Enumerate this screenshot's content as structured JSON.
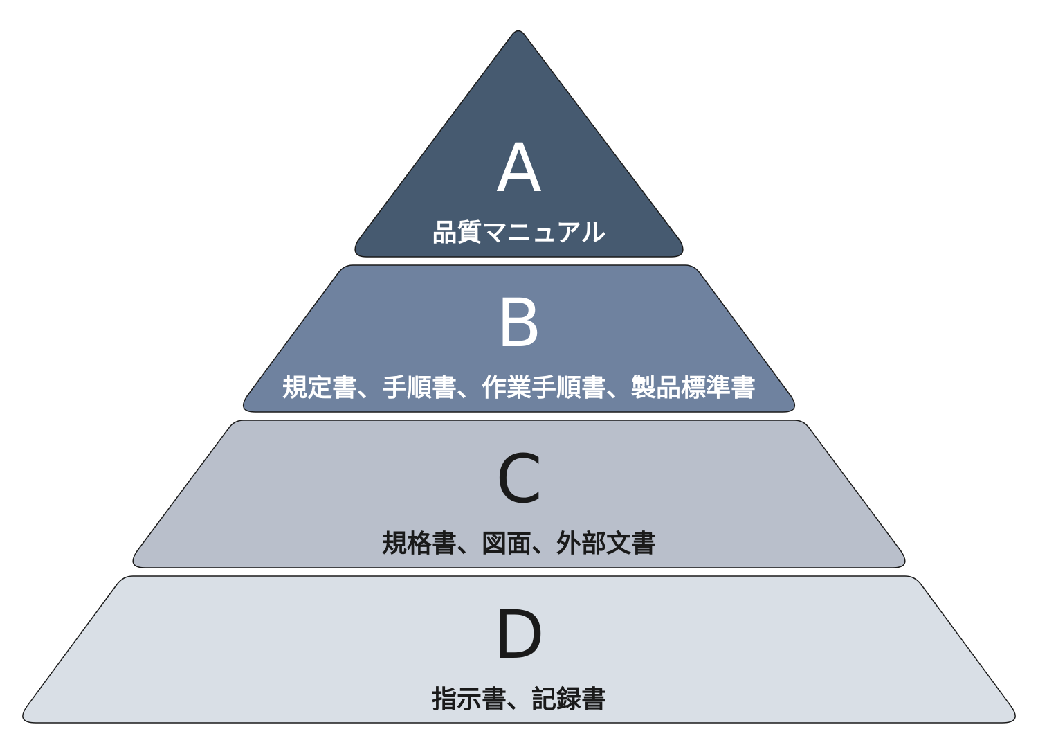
{
  "pyramid": {
    "tiers": [
      {
        "letter": "A",
        "description": "品質マニュアル",
        "fill": "#465A70",
        "text_color": "#FFFFFF"
      },
      {
        "letter": "B",
        "description": "規定書、手順書、作業手順書、製品標準書",
        "fill": "#6F829F",
        "text_color": "#FFFFFF"
      },
      {
        "letter": "C",
        "description": "規格書、図面、外部文書",
        "fill": "#B9BFCB",
        "text_color": "#1A1A1A"
      },
      {
        "letter": "D",
        "description": "指示書、記録書",
        "fill": "#D9DFE6",
        "text_color": "#1A1A1A"
      }
    ]
  }
}
